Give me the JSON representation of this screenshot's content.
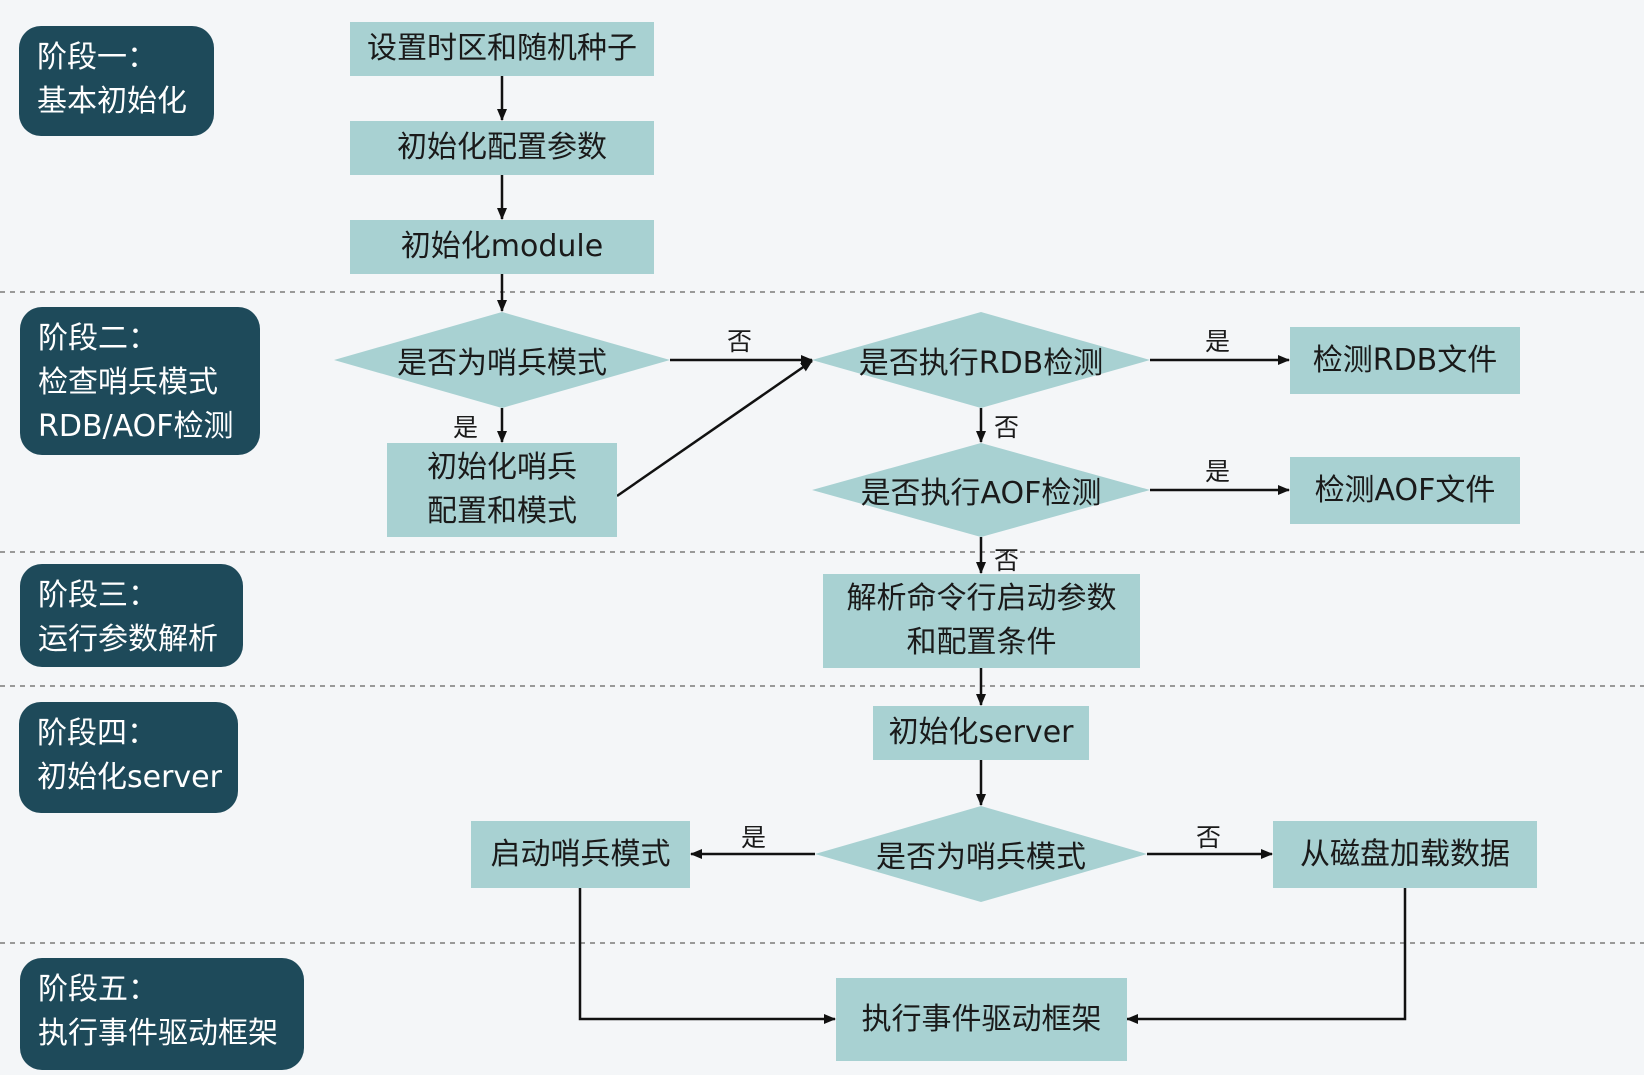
{
  "stages": [
    {
      "line1": "阶段一：",
      "line2": "基本初始化",
      "line3": ""
    },
    {
      "line1": "阶段二：",
      "line2": "检查哨兵模式",
      "line3": "RDB/AOF检测"
    },
    {
      "line1": "阶段三：",
      "line2": "运行参数解析",
      "line3": ""
    },
    {
      "line1": "阶段四：",
      "line2": "初始化server",
      "line3": ""
    },
    {
      "line1": "阶段五：",
      "line2": "执行事件驱动框架",
      "line3": ""
    }
  ],
  "nodes": {
    "set_timezone": "设置时区和随机种子",
    "init_config": "初始化配置参数",
    "init_module": "初始化module",
    "is_sentinel_1": "是否为哨兵模式",
    "init_sentinel_l1": "初始化哨兵",
    "init_sentinel_l2": "配置和模式",
    "check_rdb_q": "是否执行RDB检测",
    "check_rdb": "检测RDB文件",
    "check_aof_q": "是否执行AOF检测",
    "check_aof": "检测AOF文件",
    "parse_args_l1": "解析命令行启动参数",
    "parse_args_l2": "和配置条件",
    "init_server": "初始化server",
    "is_sentinel_2": "是否为哨兵模式",
    "start_sentinel": "启动哨兵模式",
    "load_disk": "从磁盘加载数据",
    "event_loop": "执行事件驱动框架"
  },
  "edge_labels": {
    "sentinel1_no": "否",
    "sentinel1_yes": "是",
    "rdb_yes": "是",
    "rdb_no": "否",
    "aof_yes": "是",
    "aof_no": "否",
    "sentinel2_yes": "是",
    "sentinel2_no": "否"
  },
  "colors": {
    "stage_bg": "#1e4a5a",
    "node_fill": "#a8d1d2",
    "background": "#f4f6f8",
    "divider": "#999999",
    "arrow": "#111111"
  }
}
